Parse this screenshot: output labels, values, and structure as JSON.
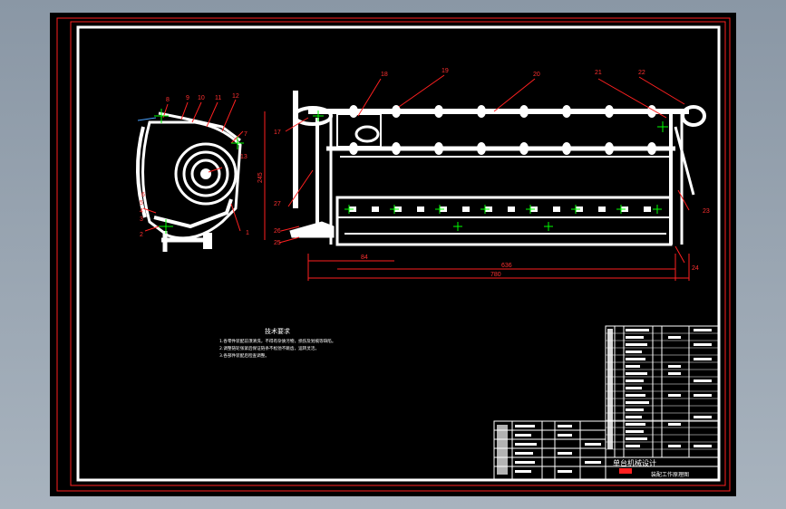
{
  "viewport": {
    "background": "#000000",
    "frame_color": "#ff0000",
    "line_color": "#ffffff",
    "leader_color": "#ff0000",
    "center_mark_color": "#00ff00",
    "dimension_color": "#ff3333"
  },
  "drawing": {
    "part_numbers": [
      "1",
      "2",
      "3",
      "4",
      "5",
      "6",
      "7",
      "8",
      "9",
      "10",
      "11",
      "12",
      "13",
      "17",
      "18",
      "19",
      "20",
      "21",
      "22",
      "23",
      "24",
      "25",
      "26",
      "27"
    ],
    "dimensions": [
      "245",
      "84",
      "636",
      "780"
    ],
    "tech_req_title": "技术要求",
    "tech_req_lines": [
      "1.各零件装配前须清洗，不得有杂质污物，损伤及划痕等缺陷。",
      "2.调整链轮张紧后保证链条不松弛不跳齿，运转灵活。",
      "3.各部件装配后检查调整。"
    ],
    "title_block_name": "单台机械设计",
    "title_block_subtitle": "装配工作原理图"
  }
}
